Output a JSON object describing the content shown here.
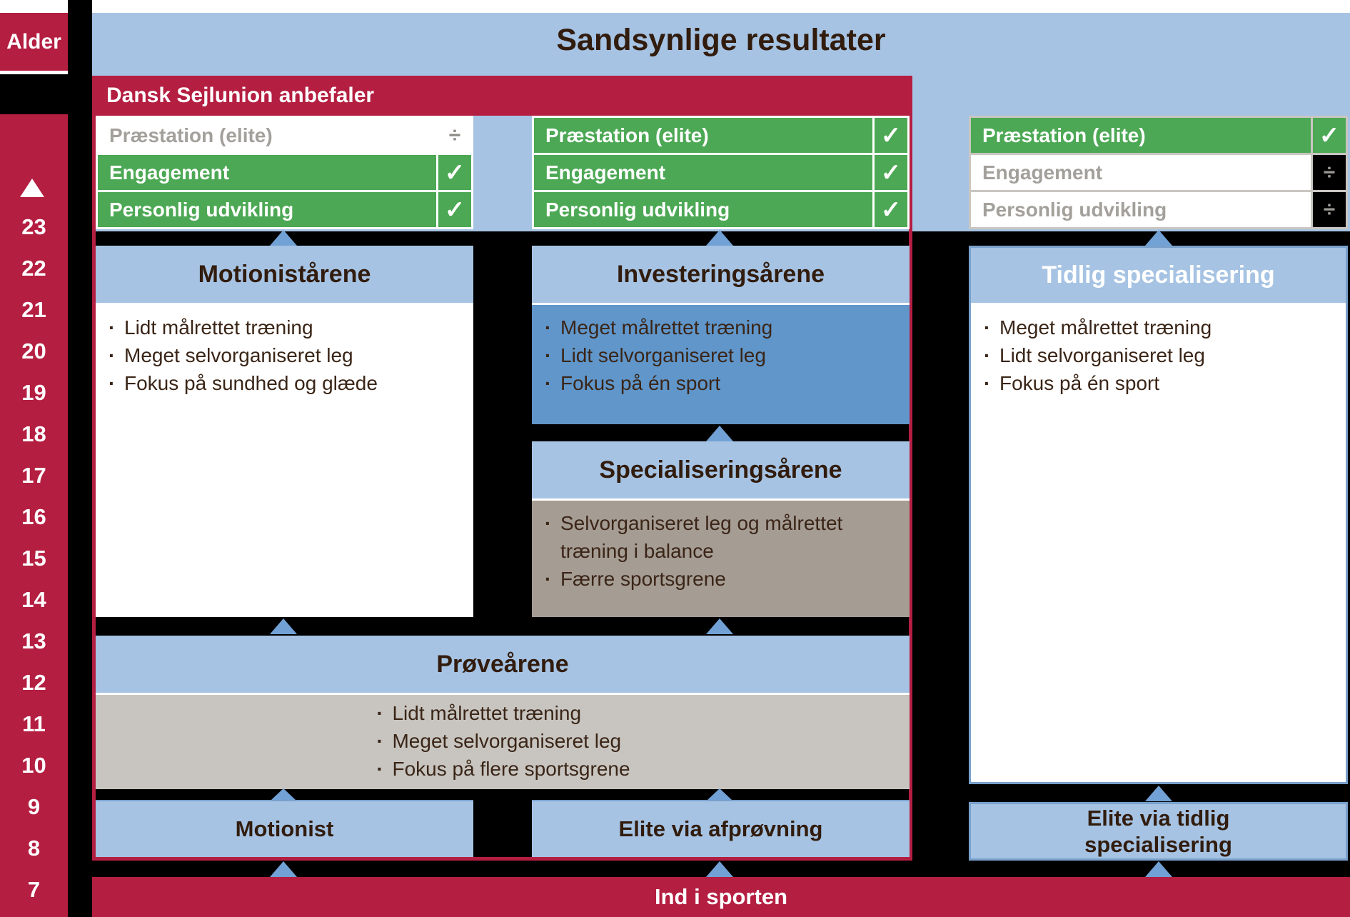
{
  "sidebar": {
    "title": "Alder",
    "ages": [
      "23",
      "22",
      "21",
      "20",
      "19",
      "18",
      "17",
      "16",
      "15",
      "14",
      "13",
      "12",
      "11",
      "10",
      "9",
      "8",
      "7"
    ]
  },
  "banner": {
    "title": "Sandsynlige resultater"
  },
  "recommend_band": {
    "label": "Dansk Sejlunion anbefaler"
  },
  "outcomes": {
    "col1": {
      "rows": [
        {
          "label": "Præstation (elite)",
          "mark": "÷",
          "state": "no"
        },
        {
          "label": "Engagement",
          "mark": "✓",
          "state": "yes"
        },
        {
          "label": "Personlig udvikling",
          "mark": "✓",
          "state": "yes"
        }
      ]
    },
    "col2": {
      "rows": [
        {
          "label": "Præstation (elite)",
          "mark": "✓",
          "state": "yes"
        },
        {
          "label": "Engagement",
          "mark": "✓",
          "state": "yes"
        },
        {
          "label": "Personlig udvikling",
          "mark": "✓",
          "state": "yes"
        }
      ]
    },
    "col3": {
      "rows": [
        {
          "label": "Præstation (elite)",
          "mark": "✓",
          "state": "yes"
        },
        {
          "label": "Engagement",
          "mark": "÷",
          "state": "off"
        },
        {
          "label": "Personlig udvikling",
          "mark": "÷",
          "state": "off"
        }
      ]
    }
  },
  "boxes": {
    "motionistaarene": {
      "title": "Motionistårene",
      "bullets": [
        "Lidt målrettet træning",
        "Meget selvorganiseret leg",
        "Fokus på sundhed og glæde"
      ]
    },
    "investeringsaarene": {
      "title": "Investeringsårene",
      "bullets": [
        "Meget målrettet træning",
        "Lidt selvorganiseret leg",
        "Fokus på én sport"
      ]
    },
    "specialiseringsaarene": {
      "title": "Specialiseringsårene",
      "bullets": [
        "Selvorganiseret leg og målrettet træning i balance",
        "Færre sportsgrene"
      ]
    },
    "tidlig_specialisering": {
      "title": "Tidlig specialisering",
      "bullets": [
        "Meget målrettet træning",
        "Lidt selvorganiseret leg",
        "Fokus på én sport"
      ]
    },
    "proeveaarene": {
      "title": "Prøveårene",
      "bullets": [
        "Lidt målrettet træning",
        "Meget selvorganiseret leg",
        "Fokus på flere sportsgrene"
      ]
    }
  },
  "results": {
    "motionist": "Motionist",
    "elite_afproevning": "Elite via afprøvning",
    "elite_tidlig": "Elite via tidlig specialisering"
  },
  "entry_band": {
    "label": "Ind i sporten"
  },
  "colors": {
    "red": "#B41E41",
    "light_blue": "#A6C3E3",
    "mid_blue": "#6096CA",
    "arrow_blue": "#72A1D5",
    "green": "#4CA854",
    "gray_body": "#C8C5C0",
    "brown_body": "#A59C93",
    "dark_text": "#311C0E",
    "gray_text": "#A3A09B"
  }
}
